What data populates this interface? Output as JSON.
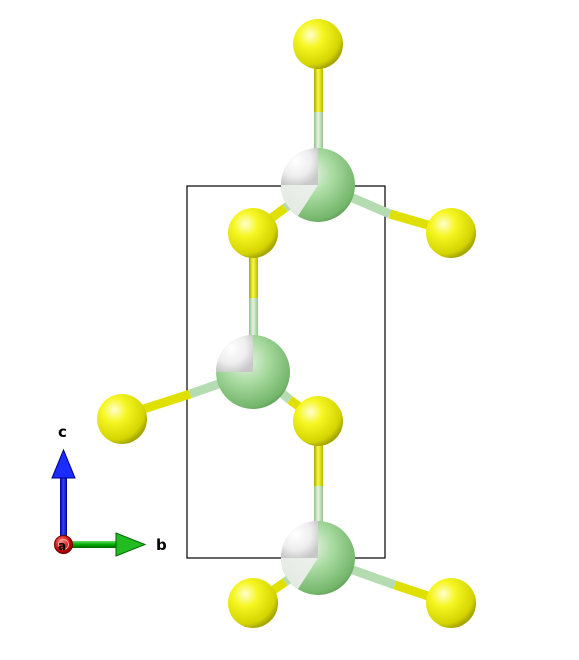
{
  "scene": {
    "background": "#ffffff",
    "cell_color": "#000000",
    "atom_colors": {
      "yellow": "#f2f200",
      "green": "#8fd48a",
      "white": "#f2f2f2"
    },
    "bond_colors": {
      "yellow": "#e6e600",
      "green": "#b4dcb0"
    }
  },
  "axes": {
    "a": {
      "label": "a",
      "color": "#cc0000",
      "icon": "a-axis-icon"
    },
    "b": {
      "label": "b",
      "color": "#00aa00",
      "icon": "b-axis-arrow-icon"
    },
    "c": {
      "label": "c",
      "color": "#0000dd",
      "icon": "c-axis-arrow-icon"
    }
  }
}
